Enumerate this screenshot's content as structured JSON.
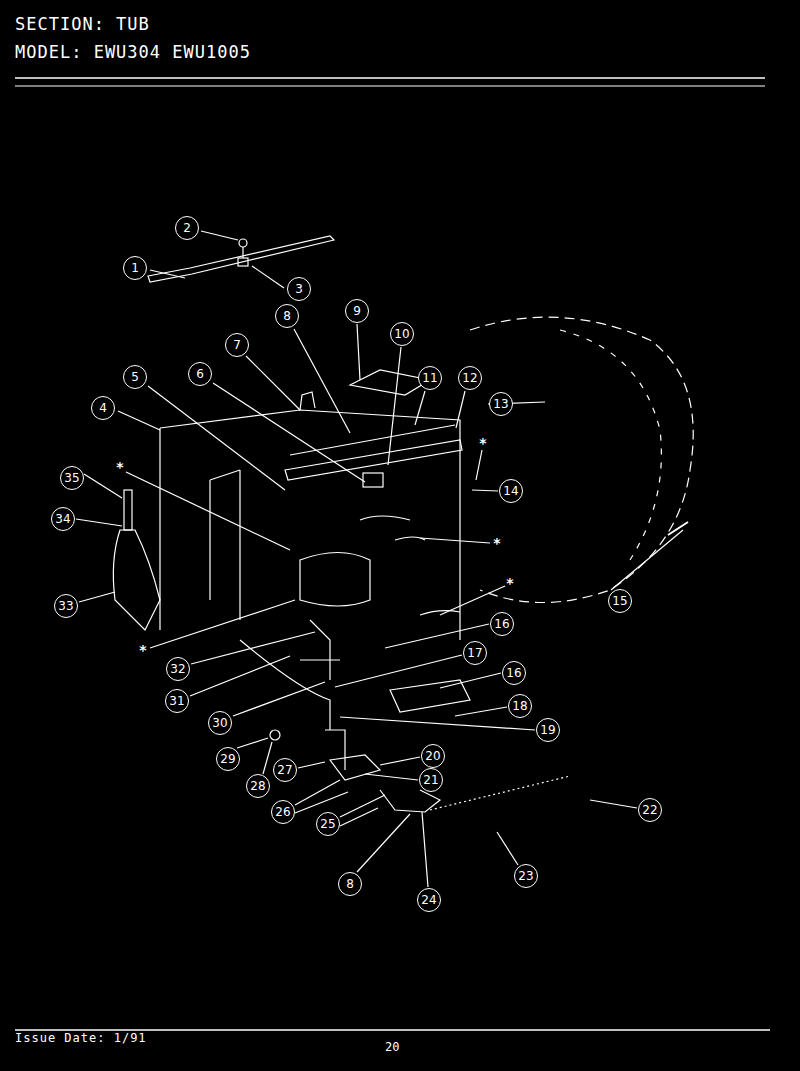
{
  "diagram": {
    "title": "SECTION: TUB",
    "labels": [
      "MODEL: EWU304 EWU1005",
      "1",
      "2",
      "3",
      "4",
      "5",
      "6",
      "7",
      "8",
      "9",
      "10",
      "11",
      "12",
      "13",
      "14",
      "15",
      "16",
      "17",
      "16",
      "18",
      "19",
      "20",
      "21",
      "22",
      "23",
      "24",
      "25",
      "26",
      "27",
      "28",
      "29",
      "30",
      "31",
      "32",
      "33",
      "34",
      "35",
      "8",
      "*",
      "*",
      "*",
      "*",
      "*",
      "Issue Date: 1/91",
      "20"
    ]
  }
}
